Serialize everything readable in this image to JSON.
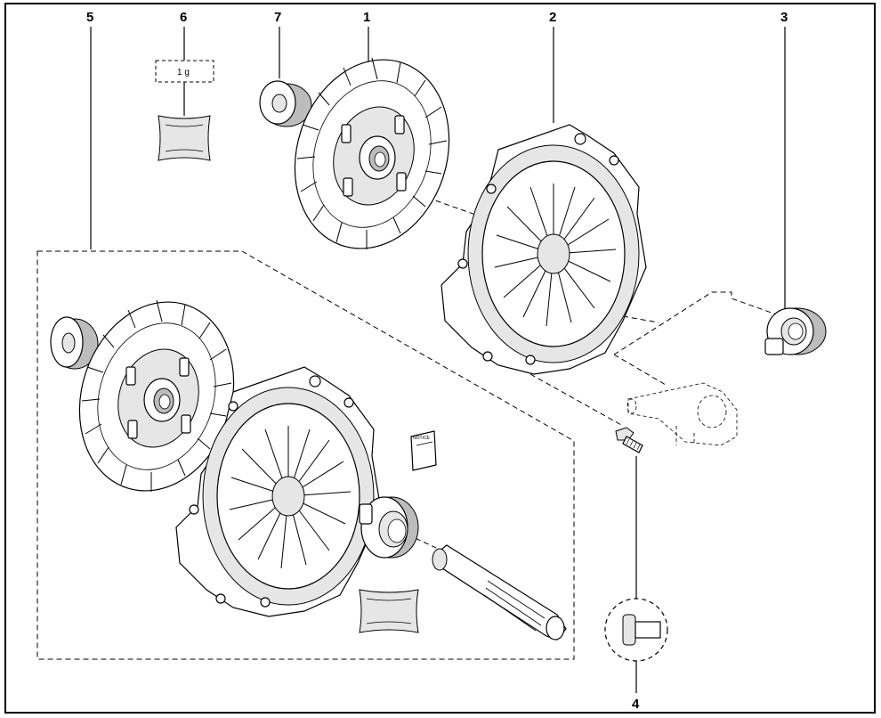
{
  "callouts": {
    "c1": "1",
    "c2": "2",
    "c3": "3",
    "c4": "4",
    "c5": "5",
    "c6": "6",
    "c7": "7"
  },
  "grease_label": "1 g",
  "notice_label": "NOTICE"
}
